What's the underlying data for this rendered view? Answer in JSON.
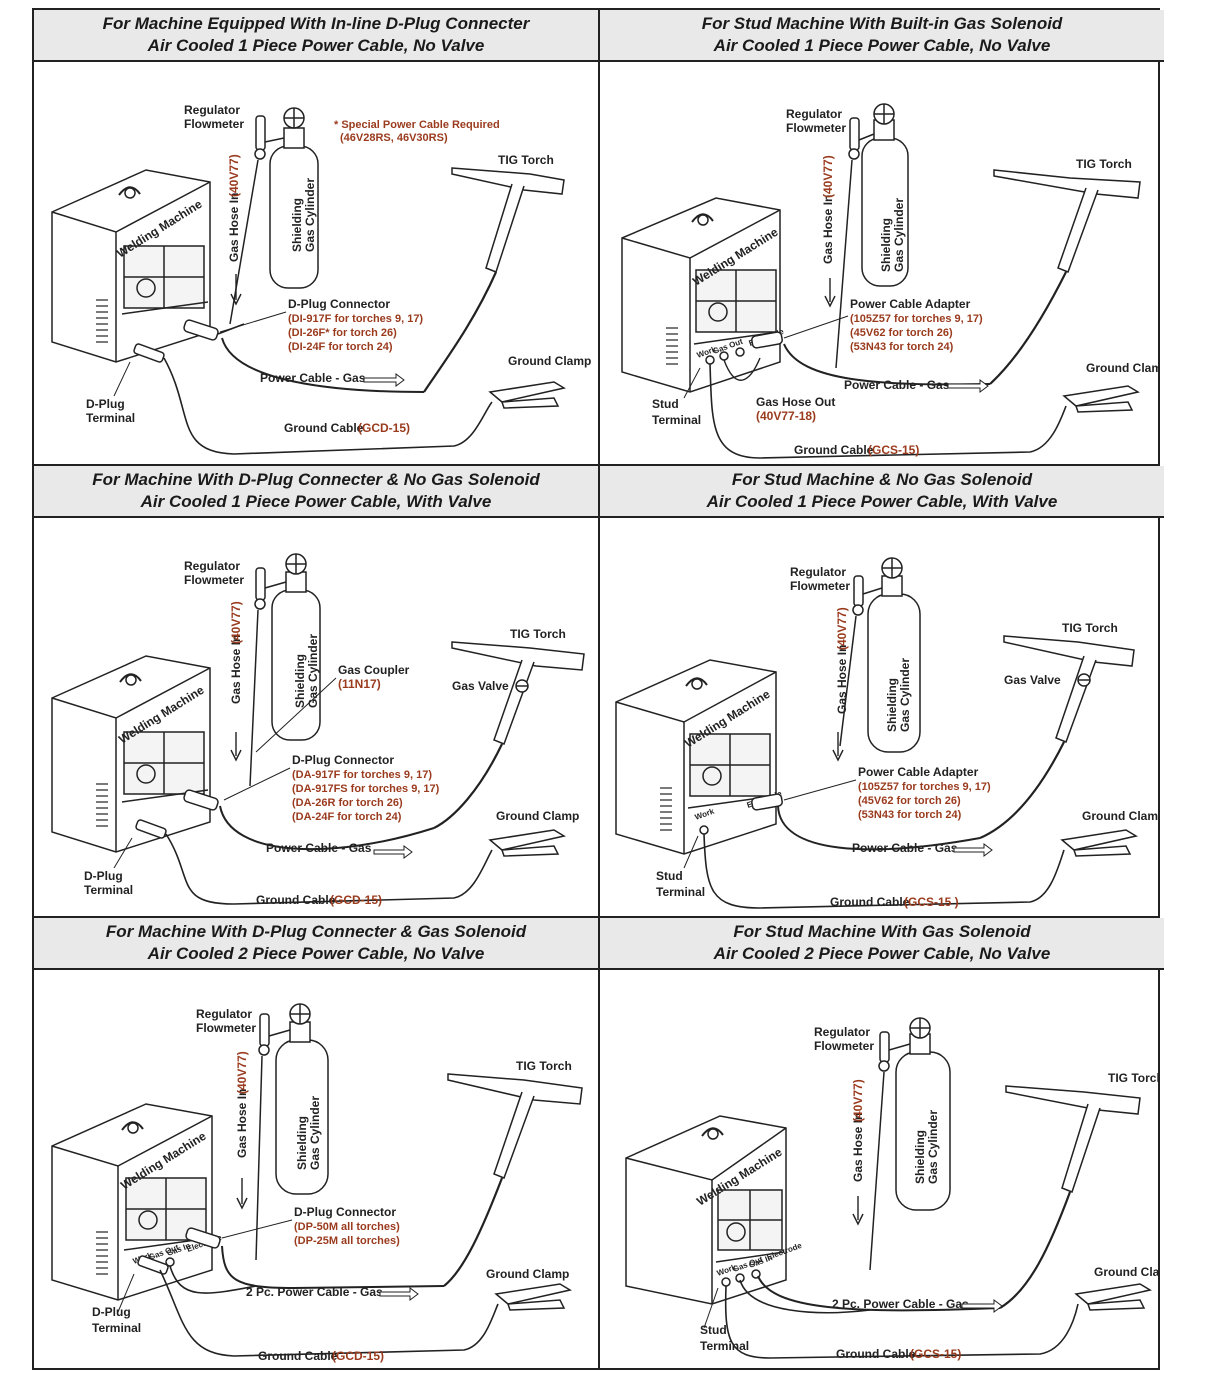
{
  "panels": [
    {
      "title1": "For Machine Equipped With In-line D-Plug Connecter",
      "title2": "Air Cooled 1 Piece Power Cable, No Valve",
      "regulator": "Regulator",
      "flowmeter": "Flowmeter",
      "special_note1": "* Special Power Cable Required",
      "special_note2": "(46V28RS, 46V30RS)",
      "tig_torch": "TIG Torch",
      "welding_machine": "Welding Machine",
      "gas_hose_in": "Gas Hose In",
      "gas_hose_code": "(40V77)",
      "cylinder1": "Shielding",
      "cylinder2": "Gas Cylinder",
      "connector_title": "D-Plug Connector",
      "connector_line1": "(DI-917F for torches 9, 17)",
      "connector_line2": "(DI-26F* for torch 26)",
      "connector_line3": "(DI-24F for torch 24)",
      "power_cable": "Power Cable - Gas",
      "ground_clamp": "Ground Clamp",
      "terminal1": "D-Plug",
      "terminal2": "Terminal",
      "ground_cable": "Ground Cable",
      "ground_cable_code": "(GCD-15)"
    },
    {
      "title1": "For Stud Machine With Built-in Gas Solenoid",
      "title2": "Air Cooled 1 Piece Power Cable, No Valve",
      "regulator": "Regulator",
      "flowmeter": "Flowmeter",
      "tig_torch": "TIG Torch",
      "welding_machine": "Welding Machine",
      "gas_hose_in": "Gas Hose In",
      "gas_hose_code": "(40V77)",
      "cylinder1": "Shielding",
      "cylinder2": "Gas Cylinder",
      "connector_title": "Power Cable Adapter",
      "connector_line1": "(105Z57 for torches 9, 17)",
      "connector_line2": "(45V62 for torch 26)",
      "connector_line3": "(53N43 for torch 24)",
      "power_cable": "Power Cable - Gas",
      "ground_clamp": "Ground Clamp",
      "gas_hose_out": "Gas Hose Out",
      "gas_hose_out_code": "(40V77-18)",
      "terminal1": "Stud",
      "terminal2": "Terminal",
      "ground_cable": "Ground Cable",
      "ground_cable_code": "(GCS-15)"
    },
    {
      "title1": "For Machine With D-Plug Connecter & No Gas Solenoid",
      "title2": "Air Cooled 1 Piece Power Cable, With Valve",
      "regulator": "Regulator",
      "flowmeter": "Flowmeter",
      "tig_torch": "TIG Torch",
      "gas_valve": "Gas Valve",
      "welding_machine": "Welding Machine",
      "gas_hose_in": "Gas Hose In",
      "gas_hose_code": "(40V77)",
      "cylinder1": "Shielding",
      "cylinder2": "Gas Cylinder",
      "coupler_title": "Gas Coupler",
      "coupler_code": "(11N17)",
      "connector_title": "D-Plug Connector",
      "connector_line1": "(DA-917F for torches 9, 17)",
      "connector_line2": "(DA-917FS for torches 9, 17)",
      "connector_line3": "(DA-26R for torch 26)",
      "connector_line4": "(DA-24F for torch 24)",
      "power_cable": "Power Cable - Gas",
      "ground_clamp": "Ground Clamp",
      "terminal1": "D-Plug",
      "terminal2": "Terminal",
      "ground_cable": "Ground Cable",
      "ground_cable_code": "(GCD-15)"
    },
    {
      "title1": "For Stud Machine & No Gas Solenoid",
      "title2": "Air Cooled 1 Piece Power Cable, With Valve",
      "regulator": "Regulator",
      "flowmeter": "Flowmeter",
      "tig_torch": "TIG Torch",
      "gas_valve": "Gas Valve",
      "welding_machine": "Welding Machine",
      "gas_hose_in": "Gas Hose In",
      "gas_hose_code": "(40V77)",
      "cylinder1": "Shielding",
      "cylinder2": "Gas Cylinder",
      "connector_title": "Power Cable Adapter",
      "connector_line1": "(105Z57 for torches 9, 17)",
      "connector_line2": "(45V62 for torch 26)",
      "connector_line3": "(53N43 for torch 24)",
      "power_cable": "Power Cable - Gas",
      "ground_clamp": "Ground Clamp",
      "terminal1": "Stud",
      "terminal2": "Terminal",
      "ground_cable": "Ground Cable",
      "ground_cable_code": "(GCS-15 )"
    },
    {
      "title1": "For Machine With D-Plug Connecter & Gas Solenoid",
      "title2": "Air Cooled 2 Piece Power Cable, No Valve",
      "regulator": "Regulator",
      "flowmeter": "Flowmeter",
      "tig_torch": "TIG Torch",
      "welding_machine": "Welding Machine",
      "gas_hose_in": "Gas Hose In",
      "gas_hose_code": "(40V77)",
      "cylinder1": "Shielding",
      "cylinder2": "Gas Cylinder",
      "connector_title": "D-Plug Connector",
      "connector_line1": "(DP-50M all torches)",
      "connector_line2": "(DP-25M all torches)",
      "power_cable": "2 Pc. Power Cable - Gas",
      "ground_clamp": "Ground Clamp",
      "terminal1": "D-Plug",
      "terminal2": "Terminal",
      "ground_cable": "Ground Cable",
      "ground_cable_code": "(GCD-15)"
    },
    {
      "title1": "For Stud Machine With Gas Solenoid",
      "title2": "Air Cooled 2 Piece Power Cable, No Valve",
      "regulator": "Regulator",
      "flowmeter": "Flowmeter",
      "tig_torch": "TIG Torch",
      "welding_machine": "Welding Machine",
      "gas_hose_in": "Gas Hose In",
      "gas_hose_code": "(40V77)",
      "cylinder1": "Shielding",
      "cylinder2": "Gas Cylinder",
      "power_cable": "2 Pc. Power Cable - Gas",
      "ground_clamp": "Ground Clamp",
      "terminal1": "Stud",
      "terminal2": "Terminal",
      "ground_cable": "Ground Cable",
      "ground_cable_code": "(GCS-15)"
    }
  ],
  "machine_labels": {
    "work": "Work",
    "electrode": "Electrode",
    "gas_out": "Gas Out",
    "gas_in": "Gas In"
  }
}
